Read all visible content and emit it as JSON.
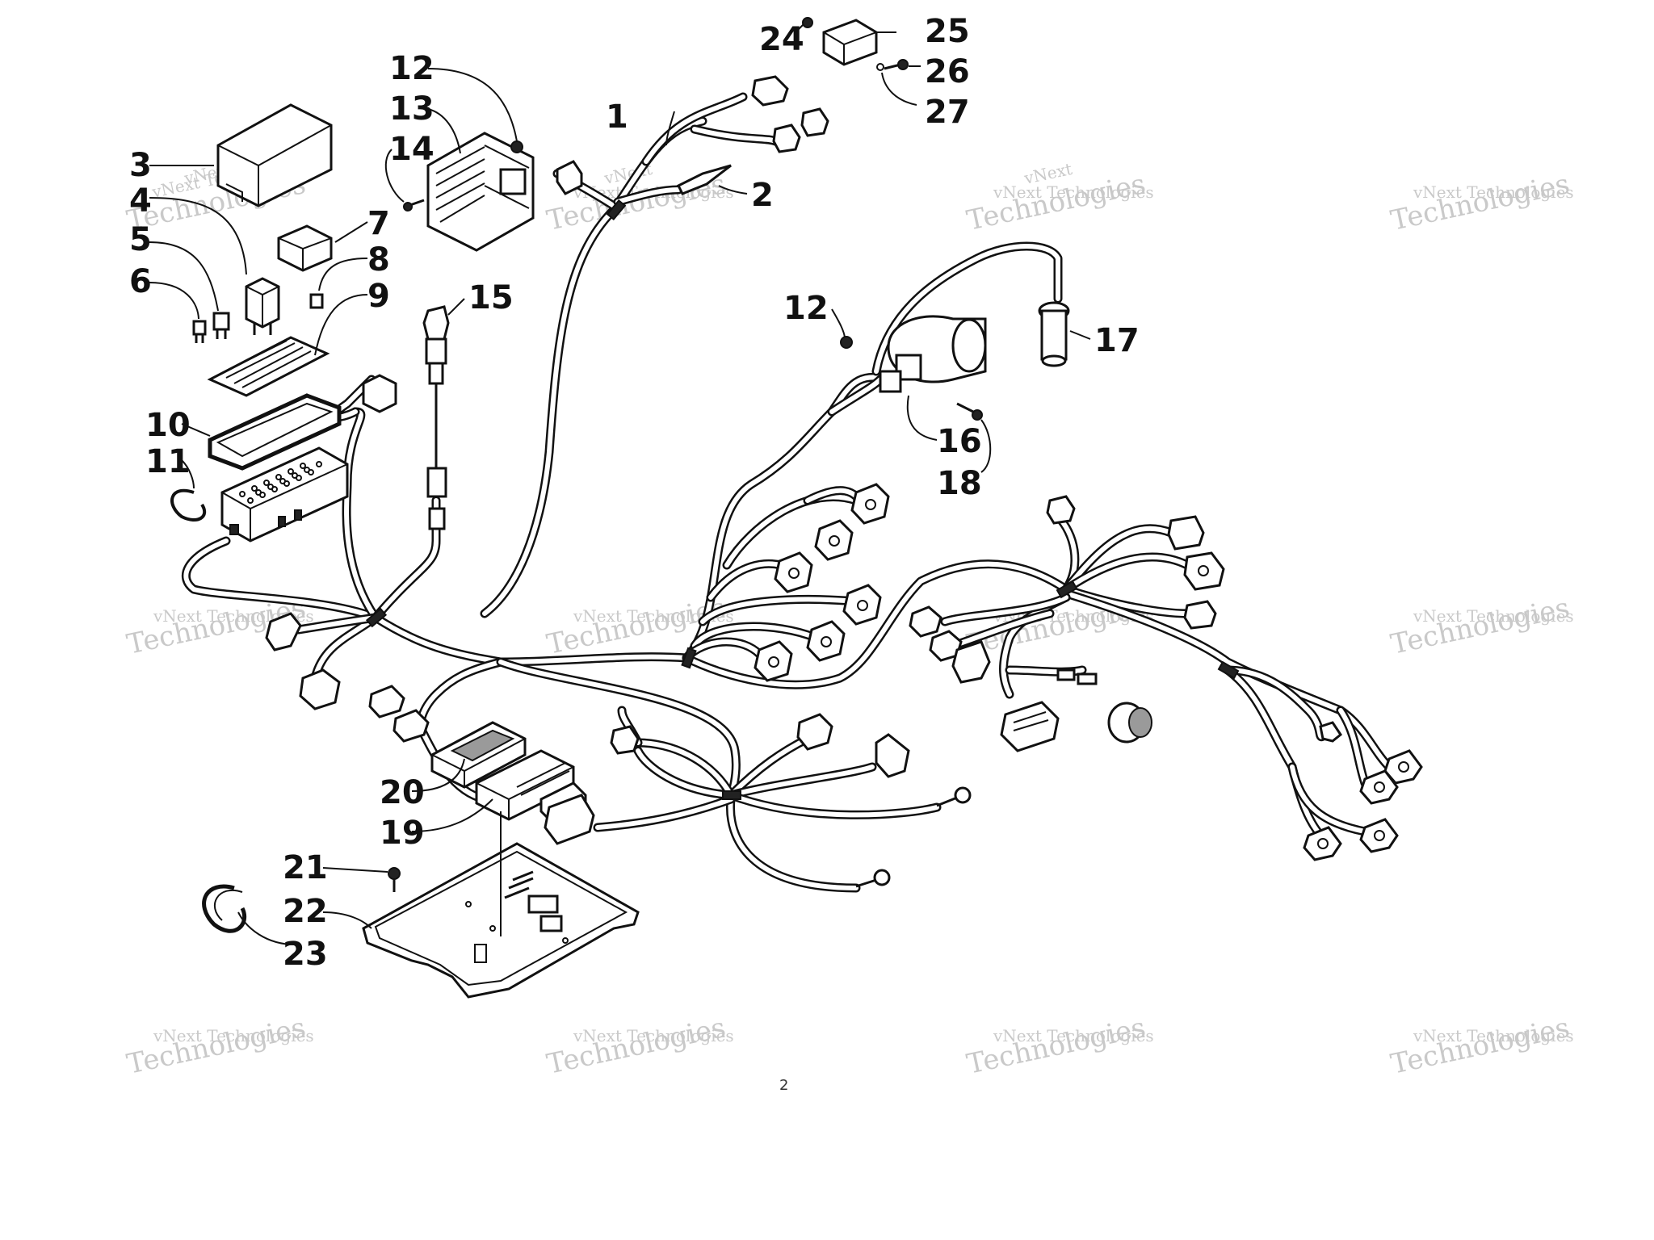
{
  "watermark": {
    "line1": "vNext Technologies",
    "line2": "Technologies",
    "line3": "vNext"
  },
  "callouts": [
    {
      "id": "c1",
      "label": "1"
    },
    {
      "id": "c2",
      "label": "2"
    },
    {
      "id": "c3",
      "label": "3"
    },
    {
      "id": "c4",
      "label": "4"
    },
    {
      "id": "c5",
      "label": "5"
    },
    {
      "id": "c6",
      "label": "6"
    },
    {
      "id": "c7",
      "label": "7"
    },
    {
      "id": "c8",
      "label": "8"
    },
    {
      "id": "c9",
      "label": "9"
    },
    {
      "id": "c10",
      "label": "10"
    },
    {
      "id": "c11",
      "label": "11"
    },
    {
      "id": "c12a",
      "label": "12"
    },
    {
      "id": "c12b",
      "label": "12"
    },
    {
      "id": "c13",
      "label": "13"
    },
    {
      "id": "c14",
      "label": "14"
    },
    {
      "id": "c15",
      "label": "15"
    },
    {
      "id": "c16",
      "label": "16"
    },
    {
      "id": "c17",
      "label": "17"
    },
    {
      "id": "c18",
      "label": "18"
    },
    {
      "id": "c19",
      "label": "19"
    },
    {
      "id": "c20",
      "label": "20"
    },
    {
      "id": "c21",
      "label": "21"
    },
    {
      "id": "c22",
      "label": "22"
    },
    {
      "id": "c23",
      "label": "23"
    },
    {
      "id": "c24",
      "label": "24"
    },
    {
      "id": "c25",
      "label": "25"
    },
    {
      "id": "c26",
      "label": "26"
    },
    {
      "id": "c27",
      "label": "27"
    }
  ],
  "page_mark": "2"
}
